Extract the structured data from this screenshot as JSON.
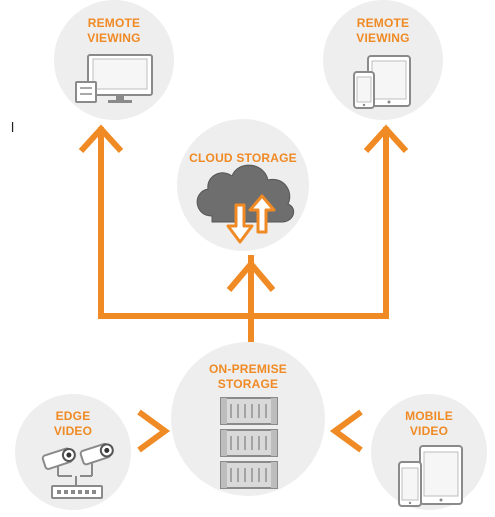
{
  "nodes": {
    "remote_viewing_left": {
      "label_line1": "REMOTE",
      "label_line2": "VIEWING",
      "icon": "desktop-monitor-icon"
    },
    "remote_viewing_right": {
      "label_line1": "REMOTE",
      "label_line2": "VIEWING",
      "icon": "tablet-phone-icon"
    },
    "cloud_storage": {
      "label": "CLOUD STORAGE",
      "icon": "cloud-upload-download-icon"
    },
    "on_premise_storage": {
      "label_line1": "ON-PREMISE",
      "label_line2": "STORAGE",
      "icon": "server-rack-icon"
    },
    "edge_video": {
      "label_line1": "EDGE",
      "label_line2": "VIDEO",
      "icon": "security-camera-icon"
    },
    "mobile_video": {
      "label_line1": "MOBILE",
      "label_line2": "VIDEO",
      "icon": "tablet-phone-icon"
    }
  },
  "stray_text": "l",
  "colors": {
    "accent": "#f08a24",
    "circle": "#eeeeee",
    "cloud": "#6e6e6e",
    "device_outline": "#8a8a8a"
  }
}
